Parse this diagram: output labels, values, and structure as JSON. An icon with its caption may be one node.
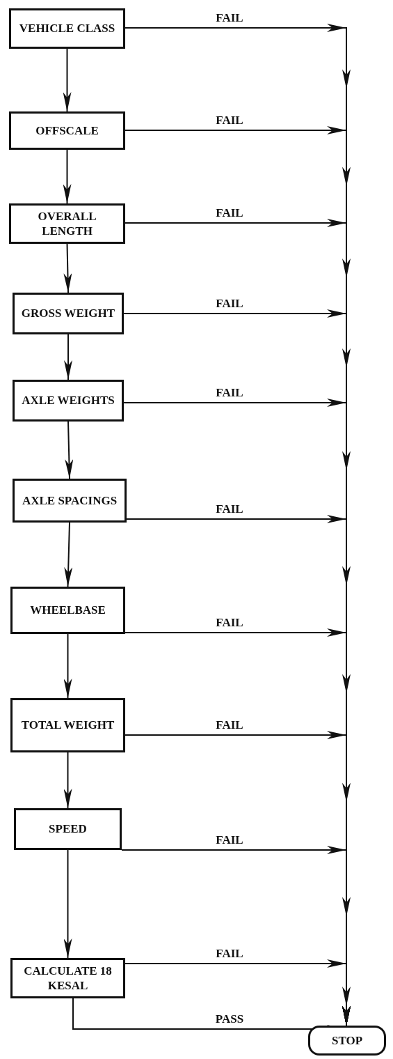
{
  "diagram": {
    "nodes": [
      {
        "text": [
          "VEHICLE CLASS"
        ]
      },
      {
        "text": [
          "OFFSCALE"
        ]
      },
      {
        "text": [
          "OVERALL LENGTH"
        ]
      },
      {
        "text": [
          "GROSS WEIGHT"
        ]
      },
      {
        "text": [
          "AXLE WEIGHTS"
        ]
      },
      {
        "text": [
          "AXLE SPACINGS"
        ]
      },
      {
        "text": [
          "WHEELBASE"
        ]
      },
      {
        "text": [
          "TOTAL WEIGHT"
        ]
      },
      {
        "text": [
          "SPEED"
        ]
      },
      {
        "text": [
          "CALCULATE 18 KESAL"
        ]
      },
      {
        "text": [
          "STOP"
        ]
      }
    ],
    "edges": [
      {
        "from": 0,
        "to": 10,
        "label": "FAIL",
        "arrow": "to"
      },
      {
        "from": 1,
        "to": 10,
        "label": "FAIL",
        "arrow": "to"
      },
      {
        "from": 2,
        "to": 10,
        "label": "FAIL",
        "arrow": "to"
      },
      {
        "from": 3,
        "to": 10,
        "label": "FAIL",
        "arrow": "to"
      },
      {
        "from": 4,
        "to": 10,
        "label": "FAIL",
        "arrow": "to"
      },
      {
        "from": 5,
        "to": 10,
        "label": "FAIL",
        "arrow": "to"
      },
      {
        "from": 6,
        "to": 10,
        "label": "FAIL",
        "arrow": "to"
      },
      {
        "from": 7,
        "to": 10,
        "label": "FAIL",
        "arrow": "to"
      },
      {
        "from": 8,
        "to": 10,
        "label": "FAIL",
        "arrow": "to"
      },
      {
        "from": 9,
        "to": 10,
        "label": "FAIL",
        "arrow": "to"
      },
      {
        "from": 0,
        "to": 1,
        "arrow": "to"
      },
      {
        "from": 1,
        "to": 2,
        "arrow": "to"
      },
      {
        "from": 2,
        "to": 3,
        "arrow": "to"
      },
      {
        "from": 3,
        "to": 4,
        "arrow": "to"
      },
      {
        "from": 4,
        "to": 5,
        "arrow": "to"
      },
      {
        "from": 5,
        "to": 6,
        "arrow": "to"
      },
      {
        "from": 6,
        "to": 7,
        "arrow": "to"
      },
      {
        "from": 7,
        "to": 8,
        "arrow": "to"
      },
      {
        "from": 8,
        "to": 9,
        "arrow": "to"
      },
      {
        "from": 9,
        "to": 10,
        "label": "PASS",
        "arrow": "to"
      }
    ]
  }
}
